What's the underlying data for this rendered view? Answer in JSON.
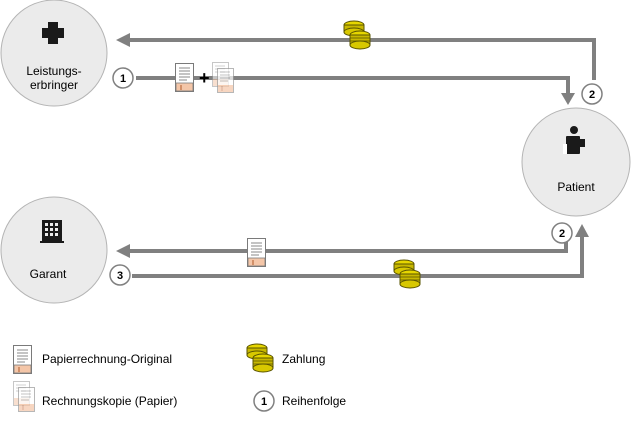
{
  "nodes": {
    "provider": {
      "label_line1": "Leistungs-",
      "label_line2": "erbringer"
    },
    "patient": {
      "label": "Patient"
    },
    "guarantor": {
      "label": "Garant"
    }
  },
  "steps": {
    "provider_to_patient": "1",
    "patient_bill_received": "2",
    "patient_pays_guarantor": "2",
    "guarantor_to_provider": "3"
  },
  "legend": {
    "paper_original": "Papierrechnung-Original",
    "paper_copy": "Rechnungskopie (Papier)",
    "payment": "Zahlung",
    "sequence": "Reihenfolge",
    "sequence_number": "1"
  },
  "colors": {
    "arrow": "#808080",
    "node_fill": "#ebebeb",
    "node_stroke": "#b4b4b4",
    "coin": "#d8c800",
    "coin_dark": "#5a5400",
    "doc_salmon": "#f4c6a8"
  },
  "icons": {
    "provider": "medical-cross-icon",
    "patient": "person-icon",
    "guarantor": "building-icon",
    "payment": "coin-stack-icon",
    "document": "paper-document-icon"
  }
}
